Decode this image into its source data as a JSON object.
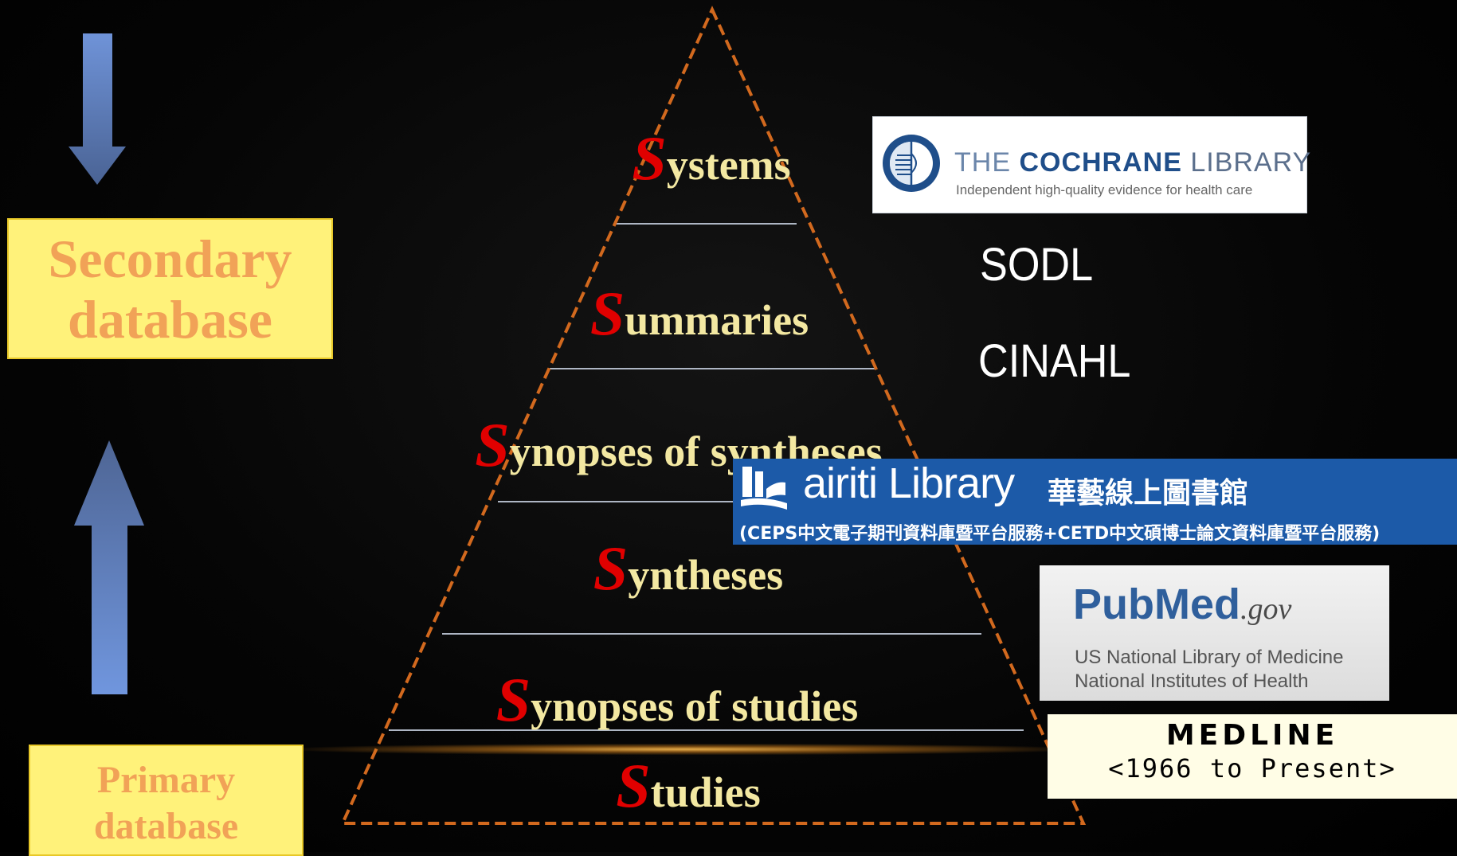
{
  "pyramid": {
    "levels": [
      {
        "initial": "S",
        "rest": "ystems"
      },
      {
        "initial": "S",
        "rest": "ummaries"
      },
      {
        "initial": "S",
        "rest": "ynopses of syntheses"
      },
      {
        "initial": "S",
        "rest": "yntheses"
      },
      {
        "initial": "S",
        "rest": "ynopses of studies"
      },
      {
        "initial": "S",
        "rest": "tudies"
      }
    ]
  },
  "labels": {
    "secondary_line1": "Secondary",
    "secondary_line2": "database",
    "primary_line1": "Primary",
    "primary_line2": "database"
  },
  "databases": {
    "cochrane": {
      "the": "THE",
      "name": "COCHRANE",
      "library": "LIBRARY",
      "tagline": "Independent high-quality evidence for health care"
    },
    "sodl": "SODL",
    "cinahl": "CINAHL",
    "airiti": {
      "name": "airiti Library",
      "chinese_name": "華藝線上圖書館",
      "description": "(CEPS中文電子期刊資料庫暨平台服務+CETD中文碩博士論文資料庫暨平台服務)"
    },
    "pubmed": {
      "pub": "Pub",
      "med": "Med",
      "gov": ".gov",
      "line1": "US National Library of Medicine",
      "line2": "National Institutes of Health"
    },
    "medline": {
      "title": "MEDLINE",
      "range": "<1966 to Present>"
    }
  },
  "colors": {
    "tier_text": "#f3e8a2",
    "tier_initial": "#e00000",
    "pyramid_outline": "#d2691e",
    "divider": "#aeb6c4",
    "label_box": "#fff27a",
    "label_text": "#f1a257",
    "arrow": "#6f93d8"
  }
}
